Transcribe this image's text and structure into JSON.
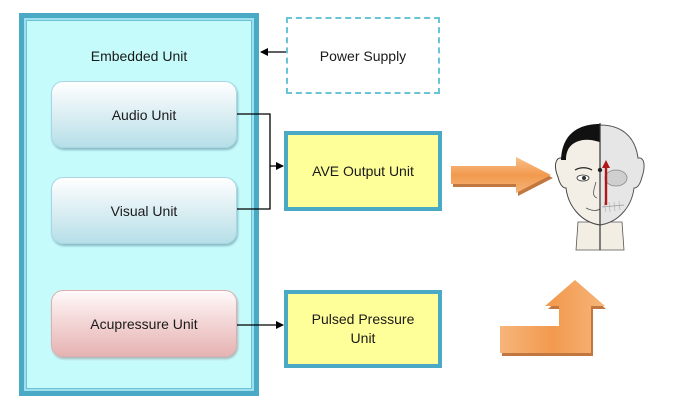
{
  "diagram": {
    "embedded_unit": {
      "title": "Embedded Unit"
    },
    "units": {
      "audio": "Audio Unit",
      "visual": "Visual Unit",
      "acupressure": "Acupressure Unit"
    },
    "power_supply": "Power Supply",
    "outputs": {
      "ave": "AVE Output Unit",
      "pulsed_line1": "Pulsed Pressure",
      "pulsed_line2": "Unit"
    },
    "illustration": {
      "icon": "human-head-skull-half-icon"
    },
    "colors": {
      "container_border": "#4aaac6",
      "container_fill": "#c6fbfc",
      "output_fill": "#ffff99",
      "arrow_orange": "#f4a261",
      "acupressure_fill": "#e6b3b3"
    }
  }
}
